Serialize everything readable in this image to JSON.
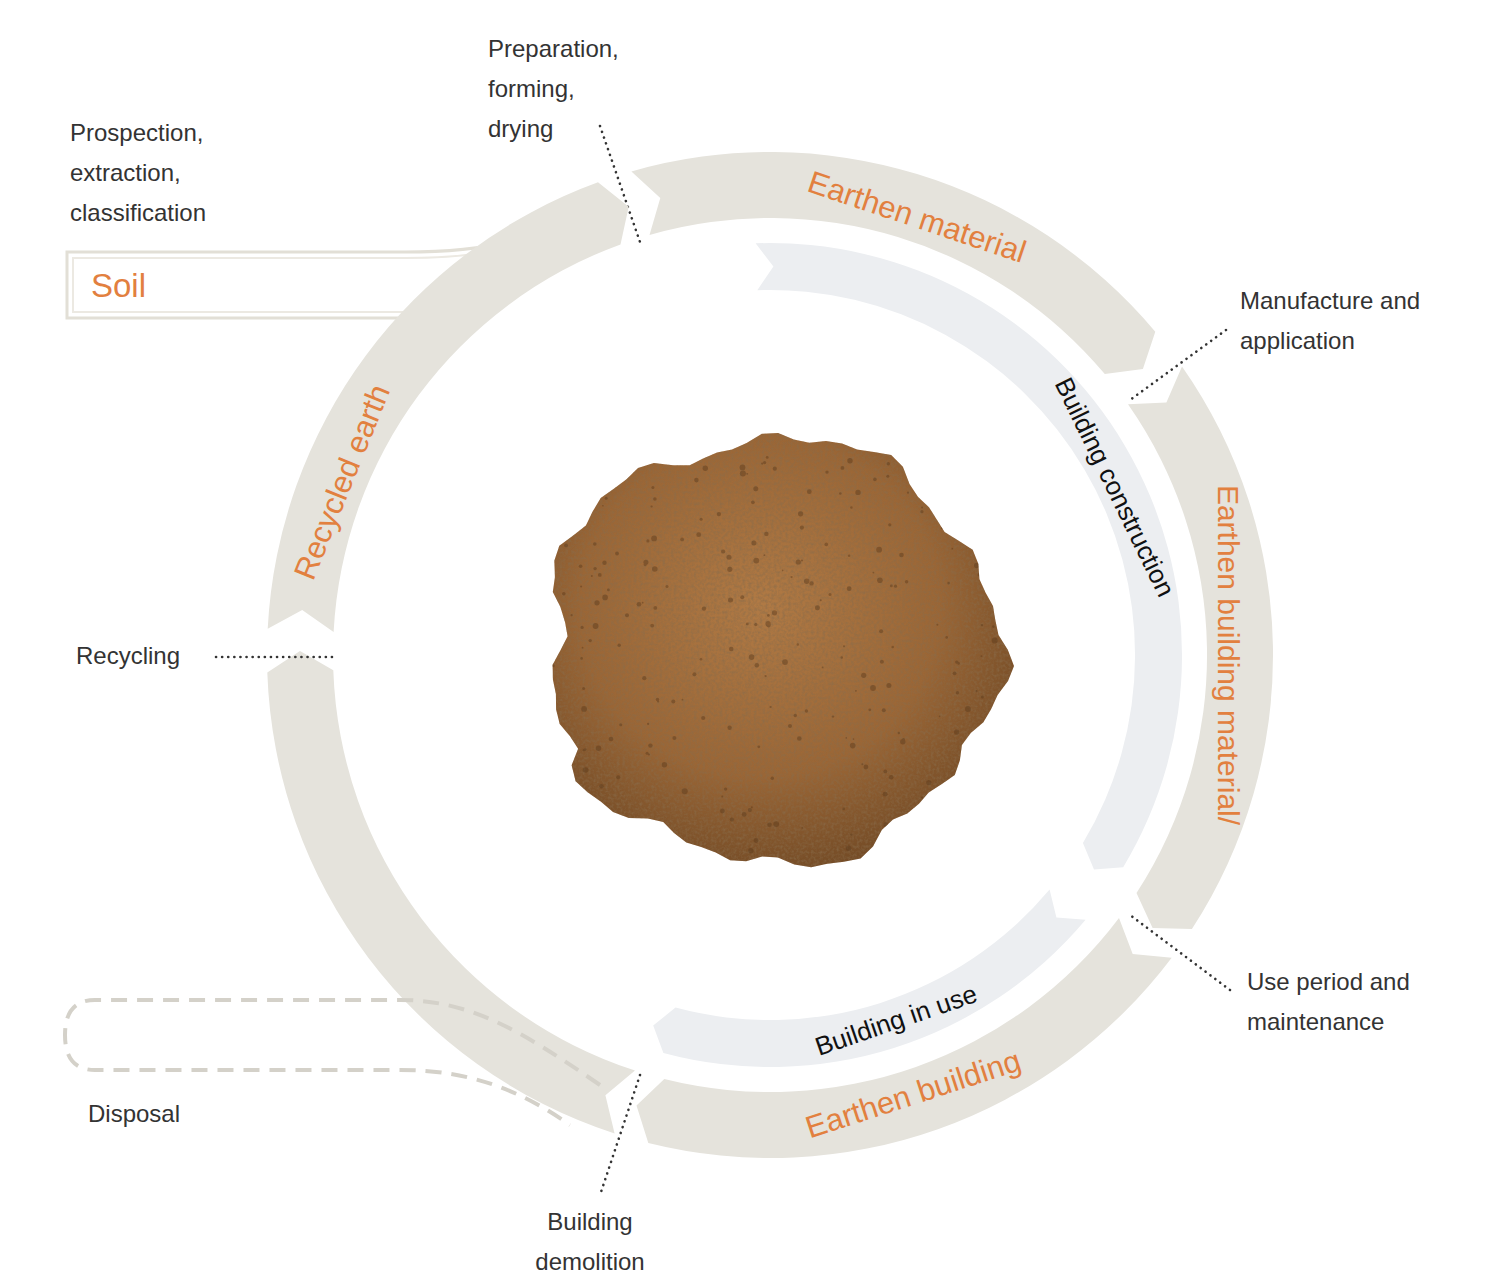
{
  "diagram": {
    "nodes": [
      {
        "text": [
          "Soil"
        ]
      },
      {
        "text": [
          "Earthen material"
        ]
      },
      {
        "text": [
          "Building construction"
        ]
      },
      {
        "text": [
          "Earthen building material/"
        ]
      },
      {
        "text": [
          "Building in use"
        ]
      },
      {
        "text": [
          "Earthen building"
        ]
      },
      {
        "text": [
          "Recycled earth"
        ]
      }
    ],
    "labels": [
      "Prospection, extraction, classification",
      "Preparation, forming, drying",
      "Manufacture and application",
      "Use period and maintenance",
      "Building demolition",
      "Disposal",
      "Recycling"
    ]
  }
}
